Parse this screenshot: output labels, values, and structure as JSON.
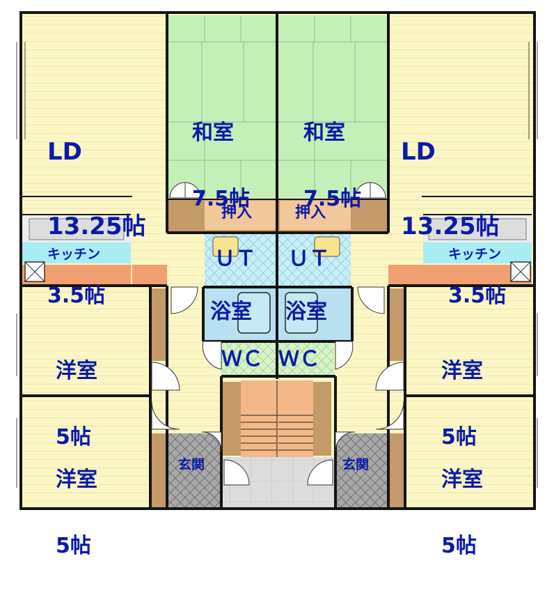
{
  "colors": {
    "wall": "#141414",
    "ld": "#fbf6c4",
    "hall": "#fbf6c4",
    "washitsu": "#c4f0b8",
    "closet": "#c49a68",
    "kitchen_bg": "#eeeeee",
    "kitchen_sink": "#a8ecf4",
    "kitchen_counter": "#f0a070",
    "ut": "#c8eef8",
    "bath": "#b8e0f0",
    "wc": "#d8f4c4",
    "stairs": "#f4b888",
    "genkan": "#a8a8a8",
    "text": "#0a1aa8"
  },
  "rooms": {
    "ld_left": {
      "line1": "LD",
      "line2": "13.25帖"
    },
    "ld_right": {
      "line1": "LD",
      "line2": "13.25帖"
    },
    "washitsu_left": {
      "line1": "和室",
      "line2": "7.5帖"
    },
    "washitsu_right": {
      "line1": "和室",
      "line2": "7.5帖"
    },
    "oshiire_left": "押入",
    "oshiire_right": "押入",
    "kitchen_left": {
      "line1": "キッチン",
      "line2": "3.5帖"
    },
    "kitchen_right": {
      "line1": "キッチン",
      "line2": "3.5帖"
    },
    "ut_left": "ＵＴ",
    "ut_right": "ＵＴ",
    "bath_left": "浴室",
    "bath_right": "浴室",
    "wc_left": "ＷＣ",
    "wc_right": "ＷＣ",
    "youshitsu_ul": {
      "line1": "洋室",
      "line2": "5帖"
    },
    "youshitsu_ur": {
      "line1": "洋室",
      "line2": "5帖"
    },
    "youshitsu_ll": {
      "line1": "洋室",
      "line2": "5帖"
    },
    "youshitsu_lr": {
      "line1": "洋室",
      "line2": "5帖"
    },
    "genkan_left": "玄関",
    "genkan_right": "玄関"
  }
}
